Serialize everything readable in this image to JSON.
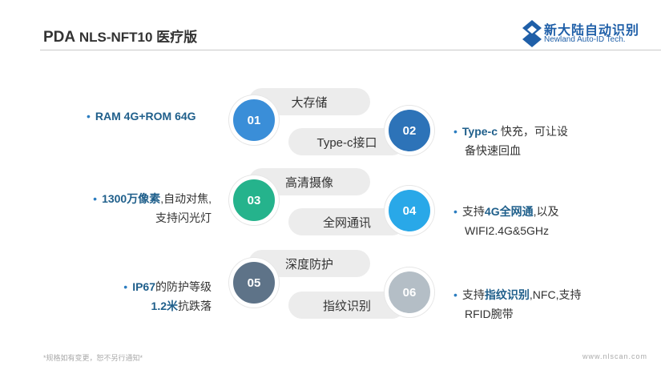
{
  "header": {
    "title_main": "PDA",
    "title_rest": " NLS-NFT10 医疗版",
    "logo_cn": "新大陆自动识别",
    "logo_en": "Newland Auto-ID Tech."
  },
  "items": [
    {
      "num": "01",
      "label": "大存储",
      "color": "#3a8ed8"
    },
    {
      "num": "02",
      "label": "Type-c接口",
      "color": "#2d73b8"
    },
    {
      "num": "03",
      "label": "高清摄像",
      "color": "#25b38c"
    },
    {
      "num": "04",
      "label": "全网通讯",
      "color": "#29a8e8"
    },
    {
      "num": "05",
      "label": "深度防护",
      "color": "#5e7388"
    },
    {
      "num": "06",
      "label": "指纹识别",
      "color": "#b4bec6"
    }
  ],
  "features": {
    "f1": {
      "bold": "RAM 4G+ROM 64G"
    },
    "f2": {
      "bold": "Type-c",
      "rest": " 快充，可让设",
      "line2": "备快速回血"
    },
    "f3": {
      "bold": "1300万像素",
      "rest": ",自动对焦,",
      "line2": "支持闪光灯"
    },
    "f4": {
      "pre": "支持",
      "bold": "4G全网通",
      "rest": ",以及",
      "line2": "WIFI2.4G&5GHz"
    },
    "f5": {
      "bold": "IP67",
      "rest": "的防护等级",
      "bold2": "1.2米",
      "rest2": "抗跌落"
    },
    "f6": {
      "pre": "支持",
      "bold": "指纹识别",
      "rest": ",NFC,支持",
      "line2": "RFID腕带"
    }
  },
  "footer": {
    "note": "*规格如有变更，恕不另行通知*",
    "url": "www.nlscan.com"
  }
}
